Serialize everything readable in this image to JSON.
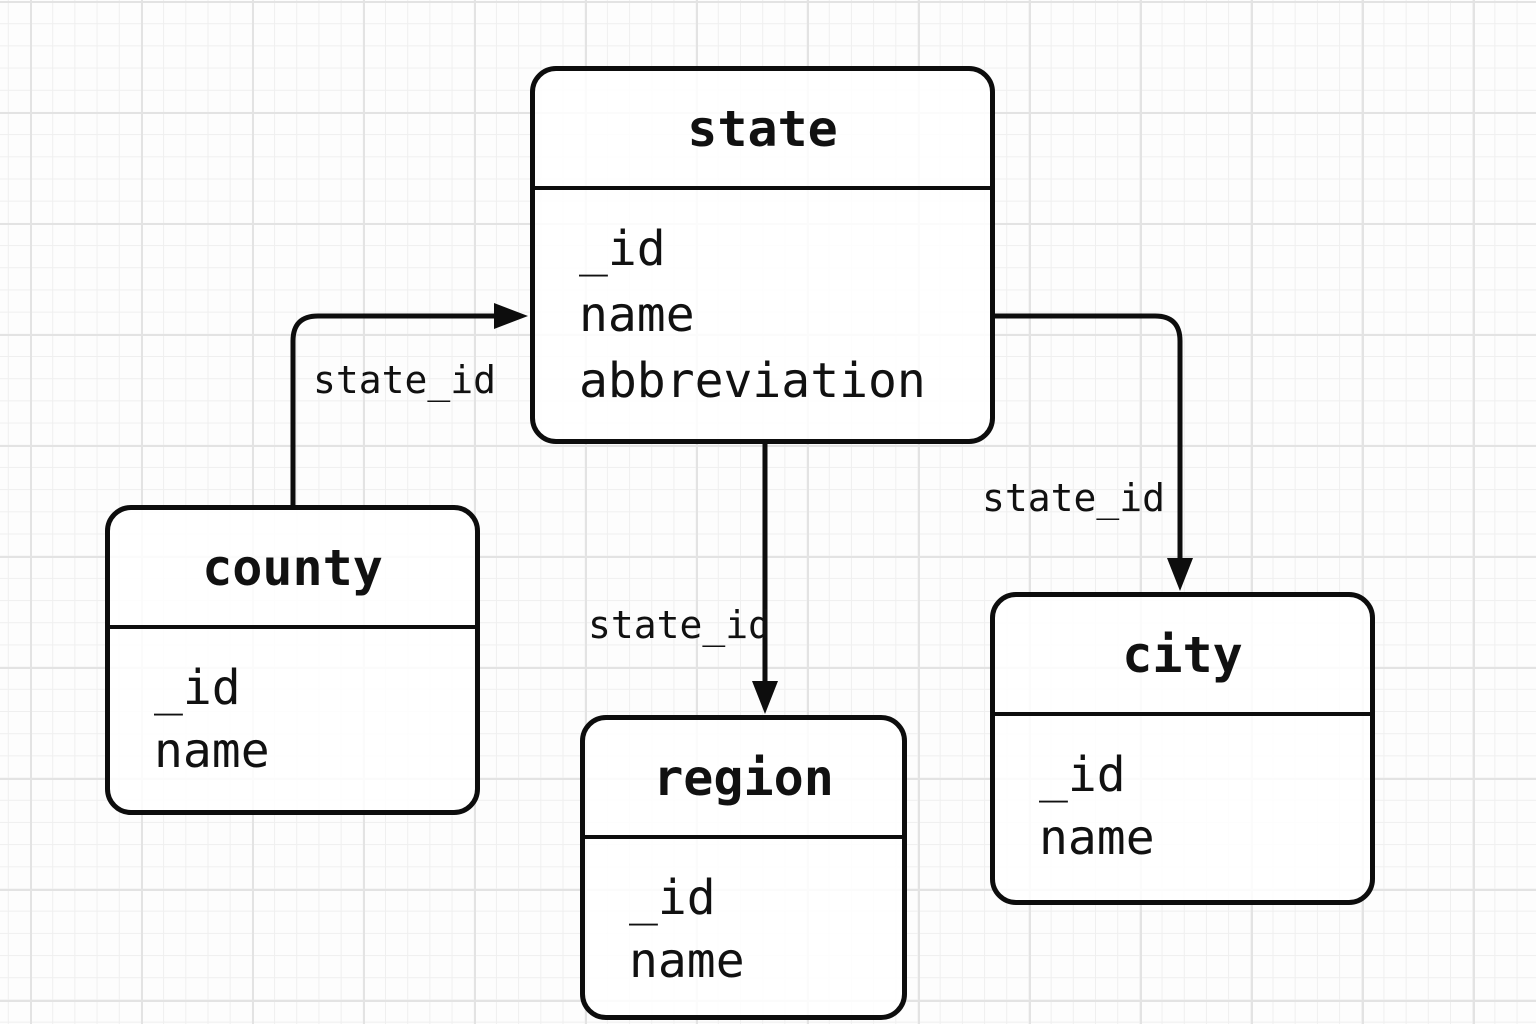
{
  "diagram": {
    "type": "entity-relationship-schema",
    "entities": [
      {
        "name": "state",
        "title": "state",
        "fields": [
          "_id",
          "name",
          "abbreviation"
        ]
      },
      {
        "name": "county",
        "title": "county",
        "fields": [
          "_id",
          "name"
        ]
      },
      {
        "name": "region",
        "title": "region",
        "fields": [
          "_id",
          "name"
        ]
      },
      {
        "name": "city",
        "title": "city",
        "fields": [
          "_id",
          "name"
        ]
      }
    ],
    "relationships": [
      {
        "from": "county",
        "to": "state",
        "label": "state_id"
      },
      {
        "from": "state",
        "to": "region",
        "label": "state_id"
      },
      {
        "from": "state",
        "to": "city",
        "label": "state_id"
      }
    ],
    "colors": {
      "line": "#0d0d0d",
      "box_fill": "#ffffff",
      "text": "#111111",
      "background": "#fdfdfd",
      "grid_minor": "#efefef",
      "grid_major": "#e3e3e3"
    }
  }
}
